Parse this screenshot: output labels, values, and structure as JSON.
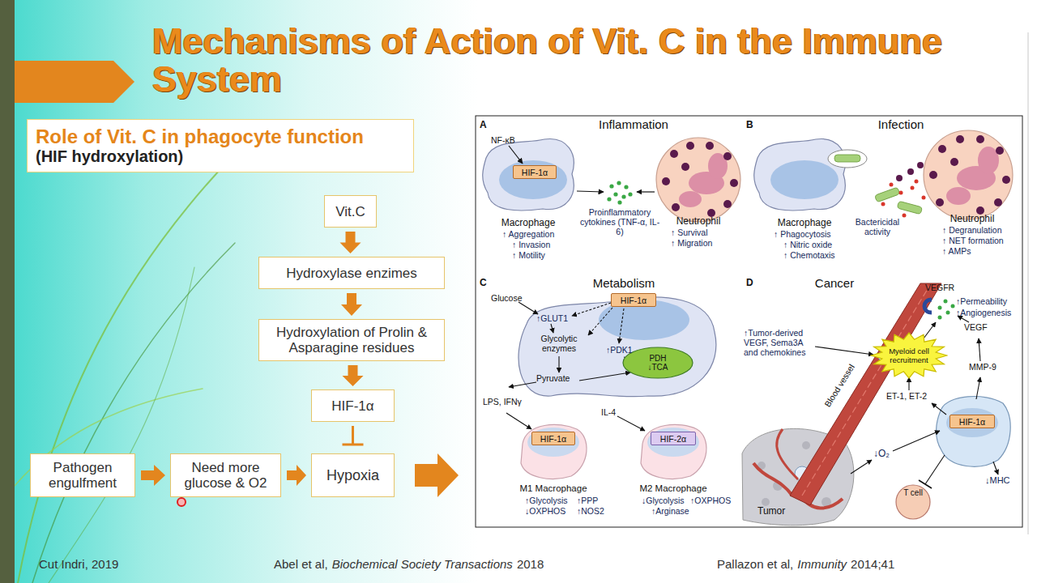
{
  "diagram": {
    "title": "Mechanisms of Action of Vit. C in the Immune System",
    "nodes": [
      {
        "text": [
          "Role of Vit. C in phagocyte function",
          "(HIF hydroxylation)"
        ]
      },
      {
        "text": [
          "Vit.C"
        ]
      },
      {
        "text": [
          "Hydroxylase enzimes"
        ]
      },
      {
        "text": [
          "Hydroxylation of Prolin & Asparagine residues"
        ]
      },
      {
        "text": [
          "HIF-1α"
        ]
      },
      {
        "text": [
          "Hypoxia"
        ]
      },
      {
        "text": [
          "Pathogen engulfment"
        ]
      },
      {
        "text": [
          "Need more glucose & O2"
        ]
      },
      {
        "text": [
          "HIF-1α"
        ]
      },
      {
        "text": [
          "HIF-1α"
        ]
      },
      {
        "text": [
          "PDH",
          "↓TCA"
        ]
      },
      {
        "text": [
          "HIF-1α"
        ]
      },
      {
        "text": [
          "HIF-2α"
        ]
      },
      {
        "text": [
          "Myeloid cell recruitment"
        ]
      },
      {
        "text": [
          "HIF-1α"
        ]
      },
      {
        "text": [
          "T cell"
        ]
      }
    ],
    "edges": [
      {
        "from": 1,
        "to": 2,
        "arrow": "to"
      },
      {
        "from": 2,
        "to": 3,
        "arrow": "to"
      },
      {
        "from": 3,
        "to": 4,
        "arrow": "to"
      },
      {
        "from": 4,
        "to": 5,
        "arrow": "to"
      },
      {
        "from": 6,
        "to": 7,
        "arrow": "to"
      },
      {
        "from": 7,
        "to": 5,
        "arrow": "to"
      }
    ],
    "labels": [
      "A",
      "Inflammation",
      "NF-κB",
      "Proinflammatory cytokines (TNF-α, IL-6)",
      "Macrophage",
      "↑ Aggregation",
      "↑ Invasion",
      "↑ Motility",
      "Neutrophil",
      "↑ Survival",
      "↑ Migration",
      "B",
      "Infection",
      "Bactericidal activity",
      "Macrophage",
      "↑ Phagocytosis",
      "↑ Nitric oxide",
      "↑ Chemotaxis",
      "Neutrophil",
      "↑ Degranulation",
      "↑ NET formation",
      "↑ AMPs",
      "C",
      "Metabolism",
      "Glucose",
      "↑GLUT1",
      "Glycolytic enzymes",
      "↑PDK1",
      "Pyruvate",
      "LPS, IFNγ",
      "IL-4",
      "M1 Macrophage",
      "↑Glycolysis",
      "↑PPP",
      "↓OXPHOS",
      "↑NOS2",
      "M2 Macrophage",
      "↓Glycolysis",
      "↑OXPHOS",
      "↑Arginase",
      "D",
      "Cancer",
      "VEGFR",
      "↑Permeability",
      "↑Angiogenesis",
      "↑Tumor-derived VEGF, Sema3A and chemokines",
      "VEGF",
      "MMP-9",
      "ET-1, ET-2",
      "Blood vessel",
      "↓O₂",
      "↓MHC",
      "Tumor",
      "Cut Indri, 2019",
      "Abel et al,",
      "Biochemical Society Transactions",
      "2018",
      "Pallazon et al,",
      "Immunity",
      "2014;41"
    ]
  }
}
